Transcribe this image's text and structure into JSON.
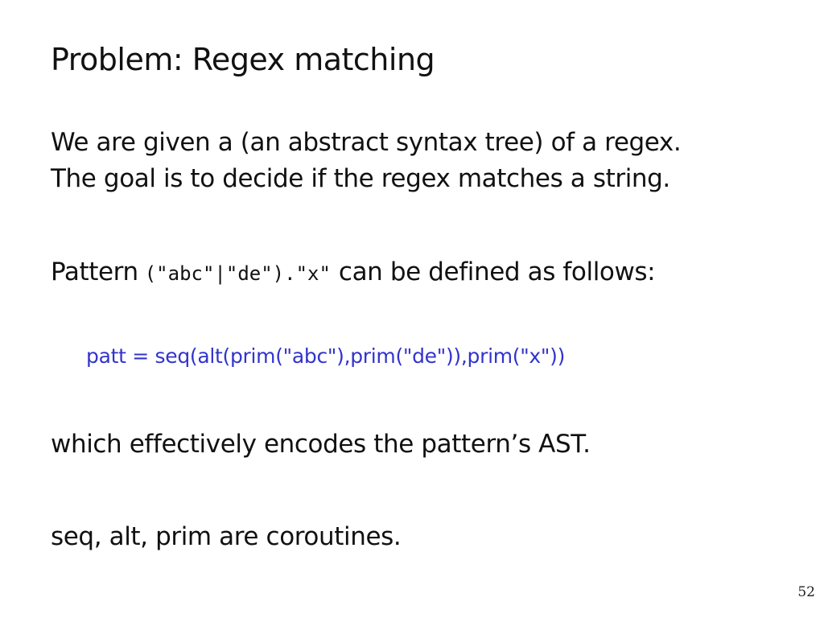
{
  "slide": {
    "title": "Problem: Regex matching",
    "intro_line1": "We are given a (an abstract syntax tree) of a regex.",
    "intro_line2": "The goal is to decide if the regex matches a string.",
    "pattern_prefix": "Pattern",
    "pattern_code": "(\"abc\"|\"de\").\"x\"",
    "pattern_suffix": "can be defined as follows:",
    "code_line": "patt = seq(alt(prim(\"abc\"),prim(\"de\")),prim(\"x\"))",
    "ast_note": "which effectively encodes the pattern’s AST.",
    "coroutines_note": "seq, alt, prim are coroutines.",
    "page_number": "52"
  },
  "colors": {
    "text": "#111111",
    "code": "#3333cc"
  }
}
